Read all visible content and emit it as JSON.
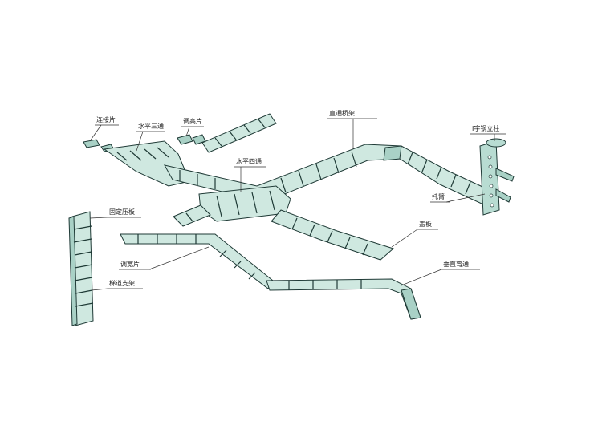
{
  "labels": {
    "connector": "连接片",
    "horizontal_tee": "水平三通",
    "adjuster_plate": "调高片",
    "straight_tray": "直通桥架",
    "i_steel_column": "I字钢立柱",
    "horizontal_cross": "水平四通",
    "support_arm": "托臂",
    "fixed_clamp": "固定压板",
    "cover_plate": "盖板",
    "width_adjuster": "调宽片",
    "vertical_bend": "垂直弯通",
    "ladder_support": "梯道支架"
  }
}
